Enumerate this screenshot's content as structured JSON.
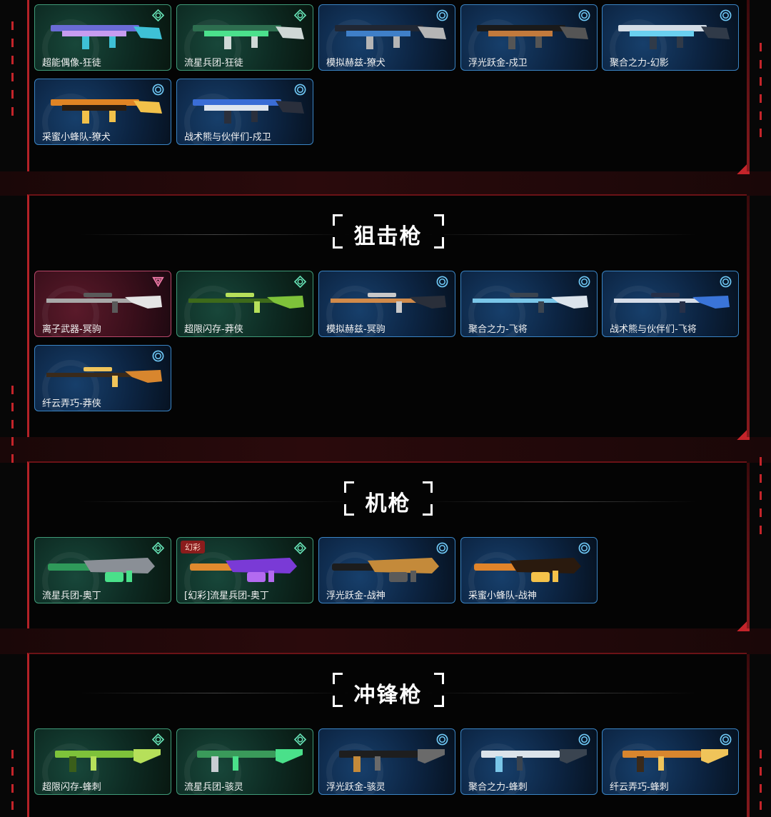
{
  "sections": [
    {
      "title": "",
      "items": [
        {
          "label": "超能偶像-狂徒",
          "tier": "green",
          "rarity_icon": "diamond-ring-icon",
          "colors": [
            "#6a6bd6",
            "#c79cf0",
            "#3ec1d6"
          ]
        },
        {
          "label": "流星兵团-狂徒",
          "tier": "green",
          "rarity_icon": "diamond-ring-icon",
          "colors": [
            "#2d6e4f",
            "#4be08c",
            "#cfd8d6"
          ]
        },
        {
          "label": "模拟赫兹-獠犬",
          "tier": "blue",
          "rarity_icon": "circle-ring-icon",
          "colors": [
            "#202734",
            "#3f7fc8",
            "#b5b5b5"
          ]
        },
        {
          "label": "浮光跃金-戍卫",
          "tier": "blue",
          "rarity_icon": "circle-ring-icon",
          "colors": [
            "#1a1a1a",
            "#c27a3c",
            "#555"
          ]
        },
        {
          "label": "聚合之力-幻影",
          "tier": "blue",
          "rarity_icon": "circle-ring-icon",
          "colors": [
            "#d4dde6",
            "#6ad0f0",
            "#303a48"
          ]
        },
        {
          "label": "采蜜小蜂队-獠犬",
          "tier": "blue",
          "rarity_icon": "circle-ring-icon",
          "colors": [
            "#e08424",
            "#2a1c10",
            "#f2c14a"
          ]
        },
        {
          "label": "战术熊与伙伴们-戍卫",
          "tier": "blue",
          "rarity_icon": "circle-ring-icon",
          "colors": [
            "#3a6dd6",
            "#dfe5ee",
            "#2a2f3c"
          ]
        }
      ]
    },
    {
      "title": "狙击枪",
      "items": [
        {
          "label": "离子武器-冥驹",
          "tier": "pink",
          "rarity_icon": "triangle-icon",
          "colors": [
            "#e5e5e5",
            "#a8a8a8",
            "#5a5a5a"
          ]
        },
        {
          "label": "超限闪存-莽侠",
          "tier": "green",
          "rarity_icon": "diamond-ring-icon",
          "colors": [
            "#7ec23a",
            "#3d6a1a",
            "#b6e05a"
          ]
        },
        {
          "label": "模拟赫兹-冥驹",
          "tier": "blue",
          "rarity_icon": "circle-ring-icon",
          "colors": [
            "#2a2f3a",
            "#d08a4a",
            "#c9c9c9"
          ]
        },
        {
          "label": "聚合之力-飞将",
          "tier": "blue",
          "rarity_icon": "circle-ring-icon",
          "colors": [
            "#dce4ec",
            "#7ac6e8",
            "#3a4450"
          ]
        },
        {
          "label": "战术熊与伙伴们-飞将",
          "tier": "blue",
          "rarity_icon": "circle-ring-icon",
          "colors": [
            "#3a74d8",
            "#d6dde8",
            "#263048"
          ]
        },
        {
          "label": "纤云弄巧-莽侠",
          "tier": "blue",
          "rarity_icon": "circle-ring-icon",
          "colors": [
            "#d8862e",
            "#3a2a1a",
            "#f0c45a"
          ]
        }
      ]
    },
    {
      "title": "机枪",
      "items": [
        {
          "label": "流星兵团-奥丁",
          "tier": "green",
          "rarity_icon": "diamond-ring-icon",
          "colors": [
            "#2f9a5a",
            "#8a8f96",
            "#4ae08a"
          ]
        },
        {
          "label": "[幻彩]流星兵团-奥丁",
          "tier": "green",
          "rarity_icon": "diamond-ring-icon",
          "badge": "幻彩",
          "colors": [
            "#e08a2e",
            "#7a3ad6",
            "#b36af0"
          ]
        },
        {
          "label": "浮光跃金-战神",
          "tier": "blue",
          "rarity_icon": "circle-ring-icon",
          "colors": [
            "#1c1c1c",
            "#c48a3a",
            "#5a5a5a"
          ]
        },
        {
          "label": "采蜜小蜂队-战神",
          "tier": "blue",
          "rarity_icon": "circle-ring-icon",
          "colors": [
            "#e0842a",
            "#2a1a0e",
            "#f4c24a"
          ]
        }
      ]
    },
    {
      "title": "冲锋枪",
      "items": [
        {
          "label": "超限闪存-蜂刺",
          "tier": "green",
          "rarity_icon": "diamond-ring-icon",
          "colors": [
            "#7ec23a",
            "#3a5e1a",
            "#b6e05a"
          ]
        },
        {
          "label": "流星兵团-骇灵",
          "tier": "green",
          "rarity_icon": "diamond-ring-icon",
          "colors": [
            "#3a9a5a",
            "#c8cdd2",
            "#4ae08a"
          ]
        },
        {
          "label": "浮光跃金-骇灵",
          "tier": "blue",
          "rarity_icon": "circle-ring-icon",
          "colors": [
            "#1e1e1e",
            "#c48a3a",
            "#6a6a6a"
          ]
        },
        {
          "label": "聚合之力-蜂刺",
          "tier": "blue",
          "rarity_icon": "circle-ring-icon",
          "colors": [
            "#dbe3ea",
            "#7ac6e8",
            "#3a4450"
          ]
        },
        {
          "label": "纤云弄巧-蜂刺",
          "tier": "blue",
          "rarity_icon": "circle-ring-icon",
          "colors": [
            "#d8862e",
            "#3a2a1a",
            "#f0c45a"
          ]
        }
      ]
    }
  ]
}
